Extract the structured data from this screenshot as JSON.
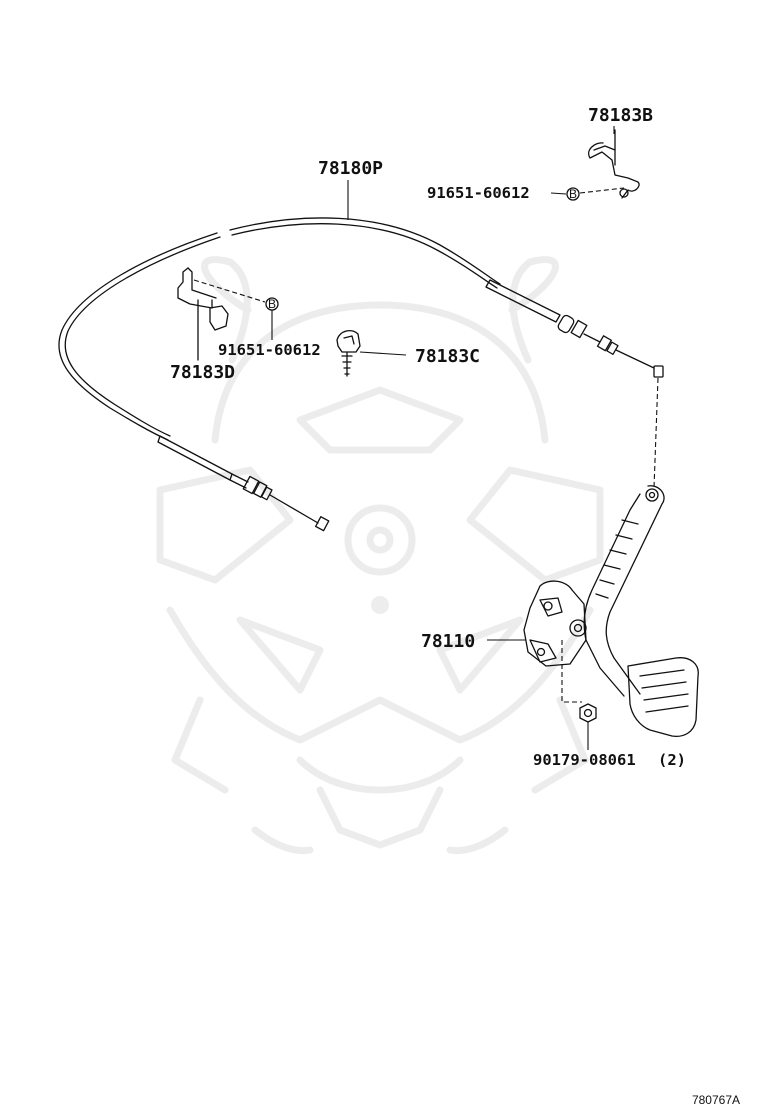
{
  "parts": {
    "accel_cable": "78180P",
    "clamp_b": "78183B",
    "clamp_c": "78183C",
    "clamp_d": "78183D",
    "clip_upper": "91651-60612",
    "clip_lower": "91651-60612",
    "pedal_assy": "78110",
    "nut": "90179-08061",
    "nut_qty": "(2)"
  },
  "markers": {
    "clip_upper": "B",
    "clip_lower": "B"
  },
  "footer": {
    "figure_code": "780767A"
  },
  "watermark": {
    "icon": "samurai-helmet-icon"
  }
}
